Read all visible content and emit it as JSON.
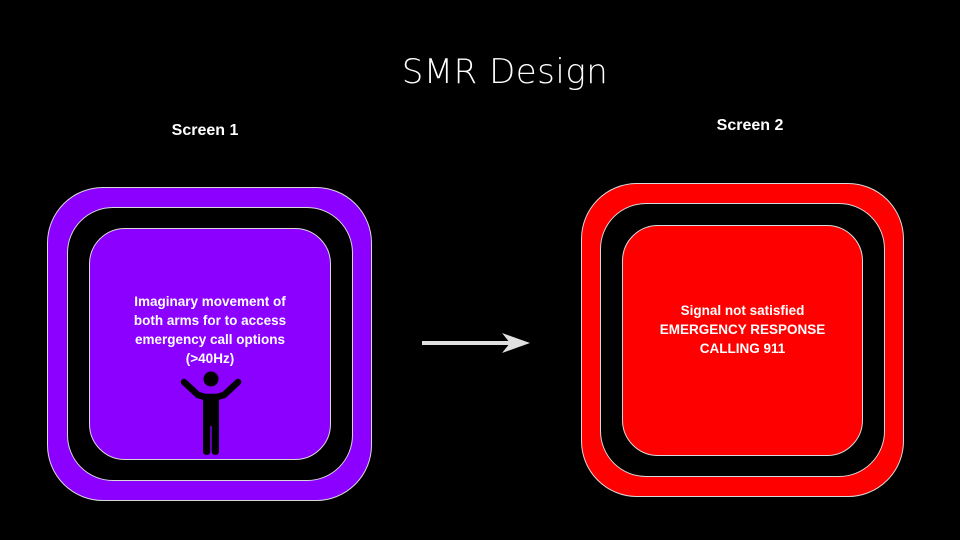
{
  "title": "SMR Design",
  "colors": {
    "background": "#000000",
    "screen1_fill": "#8b00ff",
    "screen2_fill": "#ff0000",
    "ring": "#000000",
    "text": "#ffffff",
    "arrow": "#e0e0e0",
    "figure": "#000000"
  },
  "screens": [
    {
      "label": "Screen 1",
      "text": "Imaginary movement of\nboth arms for to access\nemergency call options\n(>40Hz)",
      "icon": "person-arms-raised-icon"
    },
    {
      "label": "Screen 2",
      "text": "Signal not satisfied\nEMERGENCY RESPONSE\nCALLING 911"
    }
  ],
  "connector": {
    "icon": "arrow-right-icon",
    "from": "Screen 1",
    "to": "Screen 2"
  }
}
